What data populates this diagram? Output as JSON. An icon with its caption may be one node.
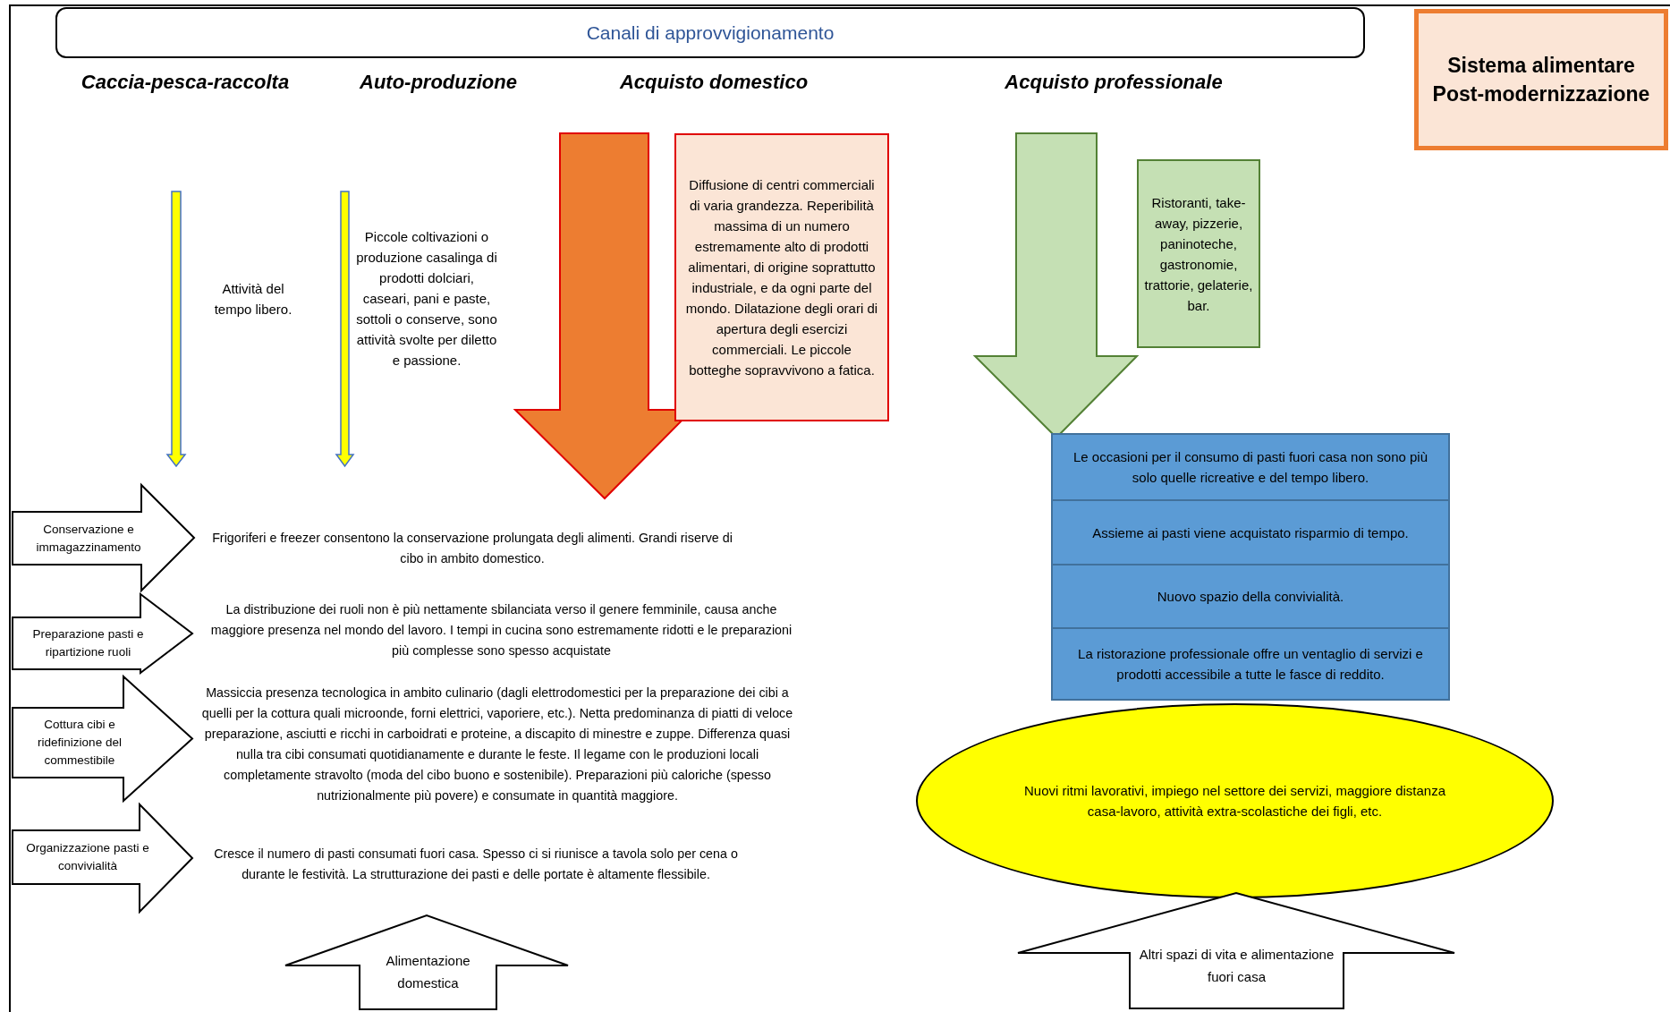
{
  "diagram": {
    "nodes": [
      {
        "text": [
          "Canali di approvvigionamento"
        ]
      },
      {
        "text": [
          "Sistema alimentare Post-modernizzazione"
        ]
      },
      {
        "text": [
          "Diffusione di centri commerciali di varia grandezza. Reperibilità massima di un numero estremamente alto di prodotti alimentari, di origine soprattutto industriale, e da ogni parte del mondo. Dilatazione degli orari di apertura degli esercizi commerciali. Le piccole botteghe sopravvivono a fatica."
        ]
      },
      {
        "text": [
          "Ristoranti, take-away, pizzerie, paninoteche, gastronomie, trattorie, gelaterie, bar."
        ]
      },
      {
        "text": [
          "Le occasioni per il consumo di pasti fuori casa non sono più solo quelle ricreative e del tempo libero."
        ]
      },
      {
        "text": [
          "Assieme ai pasti viene acquistato risparmio di tempo."
        ]
      },
      {
        "text": [
          "Nuovo spazio della convivialità."
        ]
      },
      {
        "text": [
          "La ristorazione professionale offre un ventaglio di servizi e prodotti accessibile a tutte le fasce di reddito."
        ]
      },
      {
        "text": [
          "Conservazione e immagazzinamento"
        ]
      },
      {
        "text": [
          "Preparazione pasti e ripartizione ruoli"
        ]
      },
      {
        "text": [
          "Cottura cibi e ridefinizione del commestibile"
        ]
      },
      {
        "text": [
          "Organizzazione pasti e convivialità"
        ]
      },
      {
        "text": [
          "Nuovi ritmi lavorativi, impiego nel settore dei servizi, maggiore distanza casa-lavoro, attività extra-scolastiche dei figli, etc."
        ]
      },
      {
        "text": [
          "Alimentazione domestica"
        ]
      },
      {
        "text": [
          "Altri spazi di vita e alimentazione fuori casa"
        ]
      }
    ],
    "labels": [
      "Caccia-pesca-raccolta",
      "Auto-produzione",
      "Acquisto domestico",
      "Acquisto professionale",
      "Attività del tempo libero.",
      "Piccole coltivazioni o produzione casalinga di prodotti dolciari, caseari, pani e paste, sottoli o conserve, sono attività svolte per diletto e passione.",
      "Frigoriferi e freezer consentono la conservazione prolungata degli alimenti. Grandi riserve di cibo in ambito domestico.",
      "La distribuzione dei ruoli non è più nettamente sbilanciata verso il genere femminile, causa anche maggiore presenza nel mondo del lavoro. I tempi in cucina sono estremamente ridotti e le preparazioni più complesse sono spesso acquistate",
      "Massiccia presenza tecnologica in ambito culinario (dagli elettrodomestici per la preparazione dei cibi a quelli per la cottura quali microonde, forni elettrici, vaporiere, etc.). Netta predominanza di piatti di veloce preparazione, asciutti e ricchi in carboidrati e proteine, a discapito di minestre e zuppe. Differenza quasi nulla tra cibi consumati quotidianamente e durante le feste.  Il legame con le produzioni locali completamente stravolto (moda del cibo buono e sostenibile). Preparazioni più caloriche (spesso nutrizionalmente più povere) e consumate in quantità maggiore.",
      "Cresce il numero di pasti consumati fuori casa. Spesso ci si riunisce a tavola solo per cena o durante le festività. La strutturazione dei pasti e delle portate è altamente flessibile."
    ]
  }
}
